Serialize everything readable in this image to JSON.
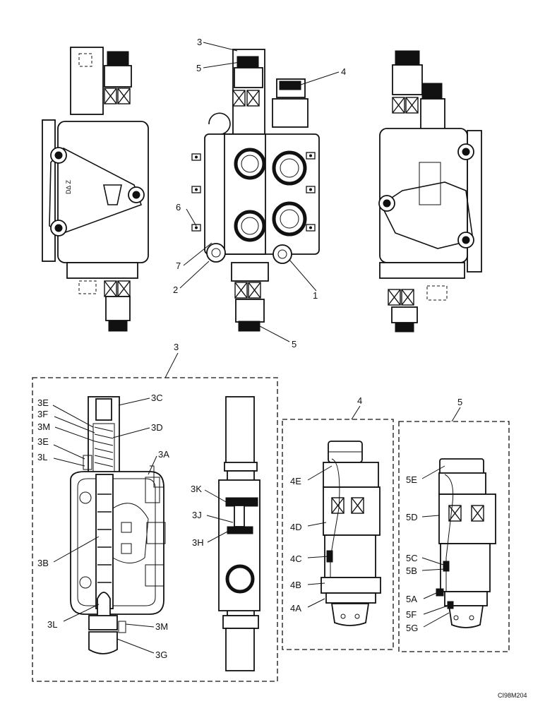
{
  "figure_ref": "CI98M204",
  "top_view": {
    "callouts": [
      "1",
      "2",
      "3",
      "4",
      "5",
      "5",
      "6",
      "7"
    ],
    "left_view_text": "D∆ Z"
  },
  "detail_3": {
    "number": "3",
    "callouts": [
      "3A",
      "3B",
      "3C",
      "3D",
      "3E",
      "3E",
      "3F",
      "3G",
      "3H",
      "3J",
      "3K",
      "3L",
      "3L",
      "3M",
      "3M"
    ]
  },
  "detail_4": {
    "number": "4",
    "callouts": [
      "4A",
      "4B",
      "4C",
      "4D",
      "4E"
    ]
  },
  "detail_5": {
    "number": "5",
    "callouts": [
      "5A",
      "5B",
      "5C",
      "5D",
      "5E",
      "5F",
      "5G"
    ]
  }
}
